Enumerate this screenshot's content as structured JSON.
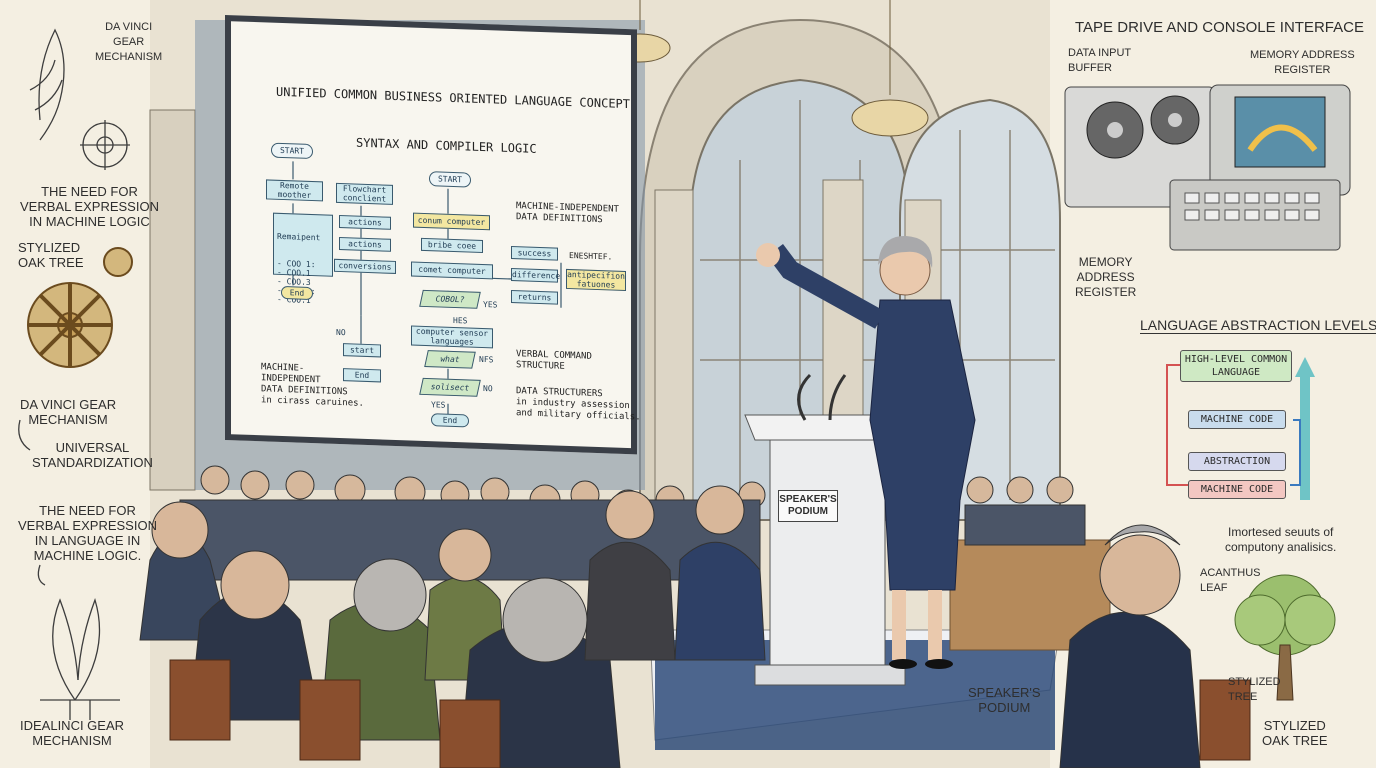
{
  "slide": {
    "title": "UNIFIED COMMON BUSINESS ORIENTED LANGUAGE CONCEPT",
    "subtitle": "SYNTAX AND COMPILER LOGIC",
    "flow": {
      "start1": "START",
      "start2": "START",
      "remote": "Remote\nmoother",
      "legacy_title": "Remaipent",
      "legacy_lines": "- COO 1:\n- COO.1\n- COO.3\n- COO.4:\n- COO.1",
      "end1": "End",
      "flowchart": "Flowchart\nconclient",
      "actions1": "actions",
      "actions2": "actions",
      "conversions": "conversions",
      "no1": "NO",
      "start3": "start",
      "end2": "End",
      "conum": "conum computer",
      "bribe": "bribe coee",
      "comet": "comet computer",
      "cobol": "COBOL?",
      "yes1": "YES",
      "hes": "HES",
      "success": "success",
      "difference": "difference",
      "returns": "returns",
      "eneshtef": "ENESHTEF.",
      "antipecifion": "antipecifion\nfatuones",
      "sensor": "computer sensor\nlanguages",
      "what": "what",
      "nfs": "NFS",
      "solisect": "solisect",
      "no2": "NO",
      "yes2": "YES",
      "end3": "End",
      "mi_note": "MACHINE-INDEPENDENT\nDATA DEFINITIONS",
      "verbal_note": "VERBAL COMMAND\nSTRUCTURE",
      "struct_note": "DATA STRUCTURERS\nin industry assession\nand military officials.",
      "left_note": "MACHINE-\nINDEPENDENT\nDATA DEFINITIONS\nin cirass caruines."
    }
  },
  "left_margin": {
    "da_vinci_top": "DA VINCI\nGEAR\nMECHANISM",
    "need_verbal_1": "THE NEED FOR\nVERBAL EXPRESSION\nIN MACHINE LOGIC",
    "stylized_oak": "STYLIZED\nOAK TREE",
    "da_vinci_mid": "DA VINCI GEAR\nMECHANISM",
    "universal": "UNIVERSAL\nSTANDARDIZATION",
    "need_verbal_2": "THE NEED FOR\nVERBAL EXPRESSION\nIN LANGUAGE IN\nMACHINE LOGIC.",
    "idealinci": "IDEALINCI GEAR\nMECHANISM"
  },
  "right_margin": {
    "tape_title": "TAPE DRIVE AND CONSOLE INTERFACE",
    "data_input": "DATA INPUT\nBUFFER",
    "mem_reg_top": "MEMORY ADDRESS\nREGISTER",
    "mem_reg_bottom": "MEMORY\nADDRESS\nREGISTER",
    "abstraction_title": "LANGUAGE ABSTRACTION LEVELS",
    "levels": {
      "high": "HIGH-LEVEL\nCOMMON LANGUAGE",
      "machine1": "MACHINE CODE",
      "abstraction": "ABSTRACTION",
      "machine2": "MACHINE CODE"
    },
    "imortesed": "Imortesed seuuts of\ncomputony analisics.",
    "acanthus": "ACANTHUS\nLEAF",
    "stylized_tree": "STYLIZED\nTREE",
    "stylized_oak": "STYLIZED\nOAK TREE"
  },
  "stage": {
    "podium_sign": "SPEAKER'S\nPODIUM",
    "podium_caption": "SPEAKER'S\nPODIUM"
  },
  "colors": {
    "uniform": "#2e4066",
    "screen_frame": "#3a3f47",
    "slide_bg": "#f8f6ef",
    "flow_box": "#cfe9ee",
    "flow_yellow": "#f3e7a1",
    "flow_green": "#cfe8c6",
    "level_green": "#cfe9c4",
    "level_blue": "#c9dced",
    "level_red": "#f3c7c2"
  }
}
